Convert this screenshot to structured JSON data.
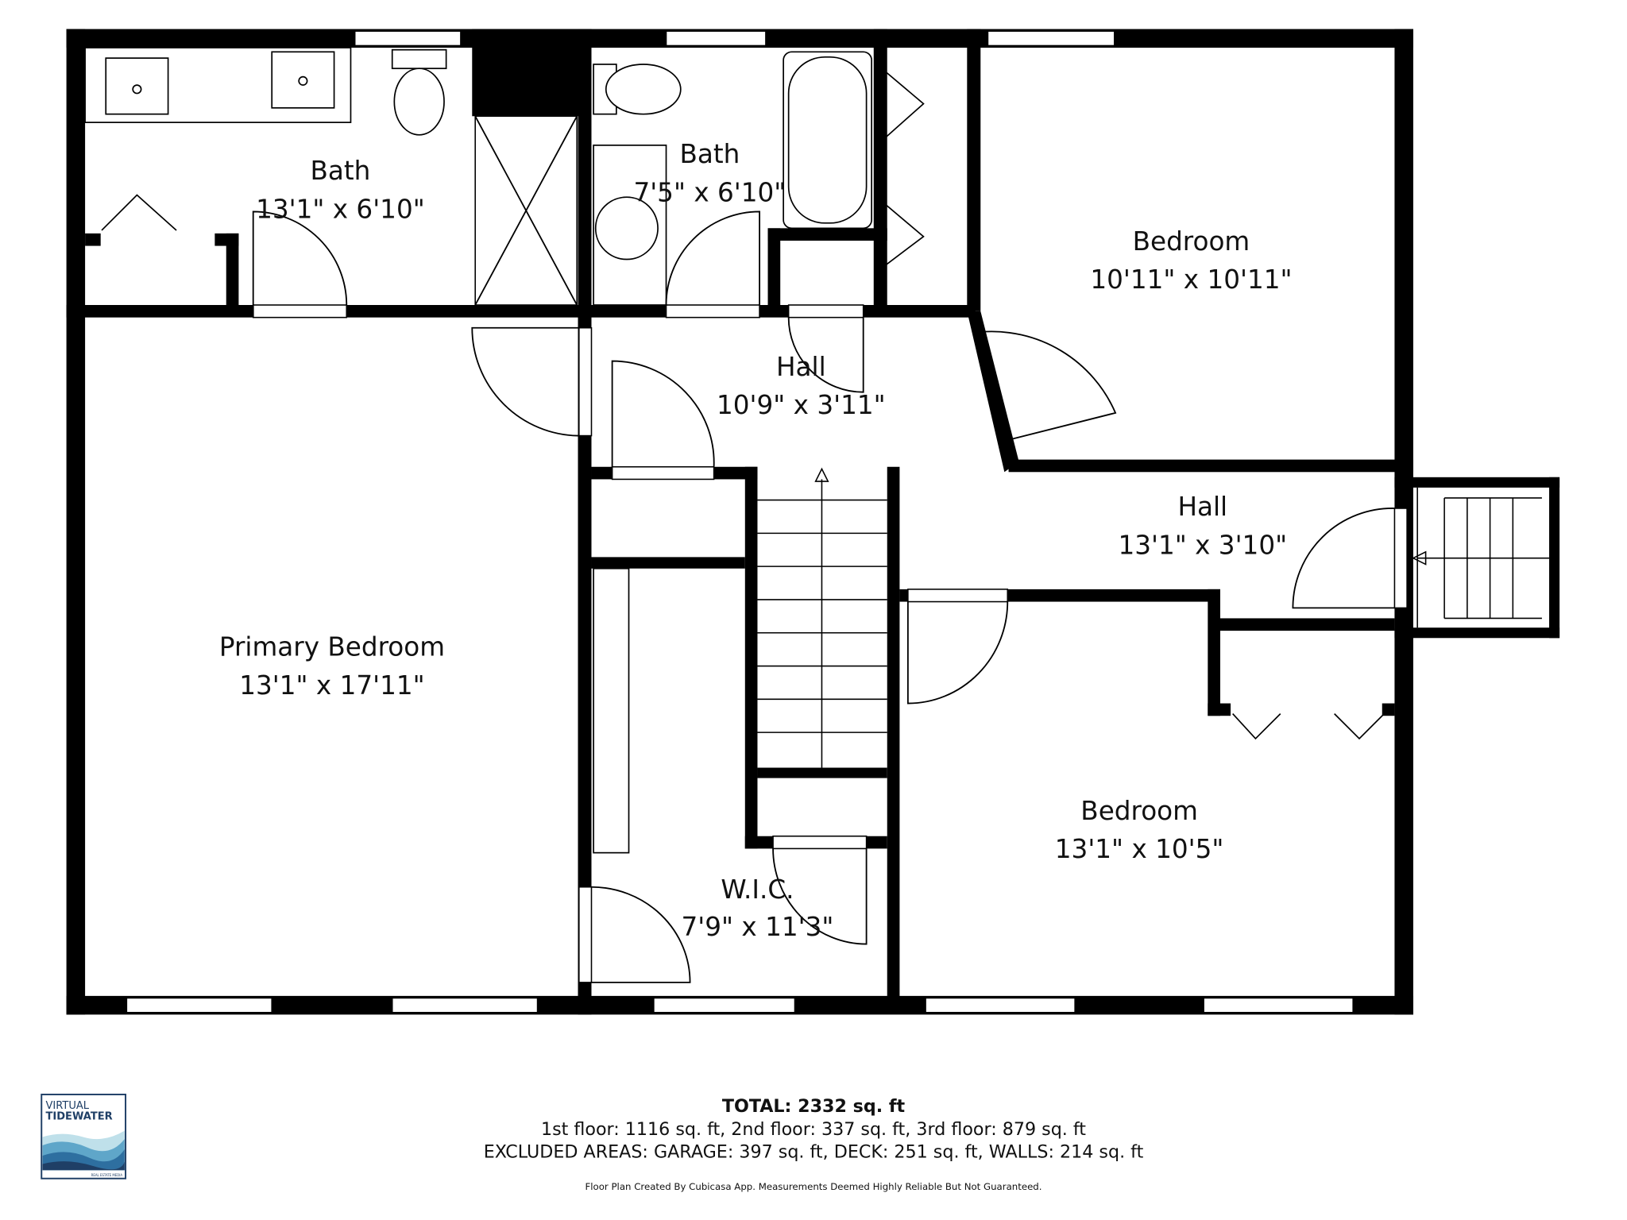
{
  "rooms": {
    "bath1": {
      "name": "Bath",
      "dims": "13'1\" x 6'10\""
    },
    "bath2": {
      "name": "Bath",
      "dims": "7'5\" x 6'10\""
    },
    "bedroom_top": {
      "name": "Bedroom",
      "dims": "10'11\" x 10'11\""
    },
    "hall1": {
      "name": "Hall",
      "dims": "10'9\" x 3'11\""
    },
    "hall2": {
      "name": "Hall",
      "dims": "13'1\" x 3'10\""
    },
    "primary": {
      "name": "Primary Bedroom",
      "dims": "13'1\" x 17'11\""
    },
    "bedroom_bottom": {
      "name": "Bedroom",
      "dims": "13'1\" x 10'5\""
    },
    "wic": {
      "name": "W.I.C.",
      "dims": "7'9\" x 11'3\""
    }
  },
  "footer": {
    "total": "TOTAL: 2332 sq. ft",
    "floors": "1st floor: 1116 sq. ft, 2nd floor: 337 sq. ft, 3rd floor: 879 sq. ft",
    "excluded": "EXCLUDED AREAS: GARAGE: 397 sq. ft, DECK: 251 sq. ft, WALLS: 214 sq. ft",
    "disclaimer": "Floor Plan Created By Cubicasa App. Measurements Deemed Highly Reliable But Not Guaranteed."
  },
  "logo": {
    "line1": "VIRTUAL",
    "line2": "TIDEWATER",
    "tagline": "REAL ESTATE MEDIA",
    "colors": [
      "#1f3f66",
      "#2e6fa0",
      "#5fa6c9",
      "#bfe0ea"
    ]
  }
}
